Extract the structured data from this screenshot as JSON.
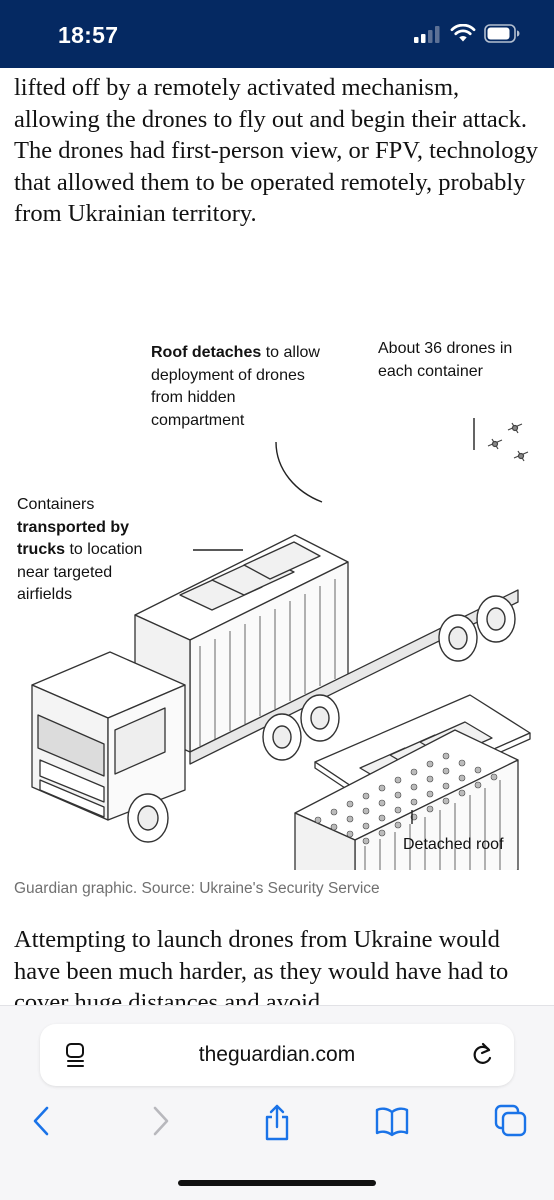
{
  "status_bar": {
    "time": "18:57",
    "signal_icon": "cellular-signal-icon",
    "wifi_icon": "wifi-icon",
    "battery_icon": "battery-icon"
  },
  "article": {
    "paragraph_before": "lifted off by a remotely activated mechanism, allowing the drones to fly out and begin their attack. The drones had first-person view, or FPV, technology that allowed them to be operated remotely, probably from Ukrainian territory.",
    "paragraph_after": "Attempting to launch drones from Ukraine would have been much harder, as they would have had to cover huge distances and avoid"
  },
  "graphic": {
    "label_roof": {
      "bold": "Roof detaches",
      "rest": " to allow deployment of drones from hidden compartment"
    },
    "label_drones": "About 36 drones in each container",
    "label_containers": {
      "pre": "Containers ",
      "bold": "transported by trucks",
      "rest": " to location near targeted airfields"
    },
    "label_detached": "Detached roof",
    "caption": "Guardian graphic. Source: Ukraine's Security Service"
  },
  "browser": {
    "url": "theguardian.com",
    "reader_icon": "reader-mode-icon",
    "reload_icon": "reload-icon",
    "toolbar": [
      "back-icon",
      "forward-icon",
      "share-icon",
      "bookmarks-icon",
      "tabs-icon"
    ]
  }
}
